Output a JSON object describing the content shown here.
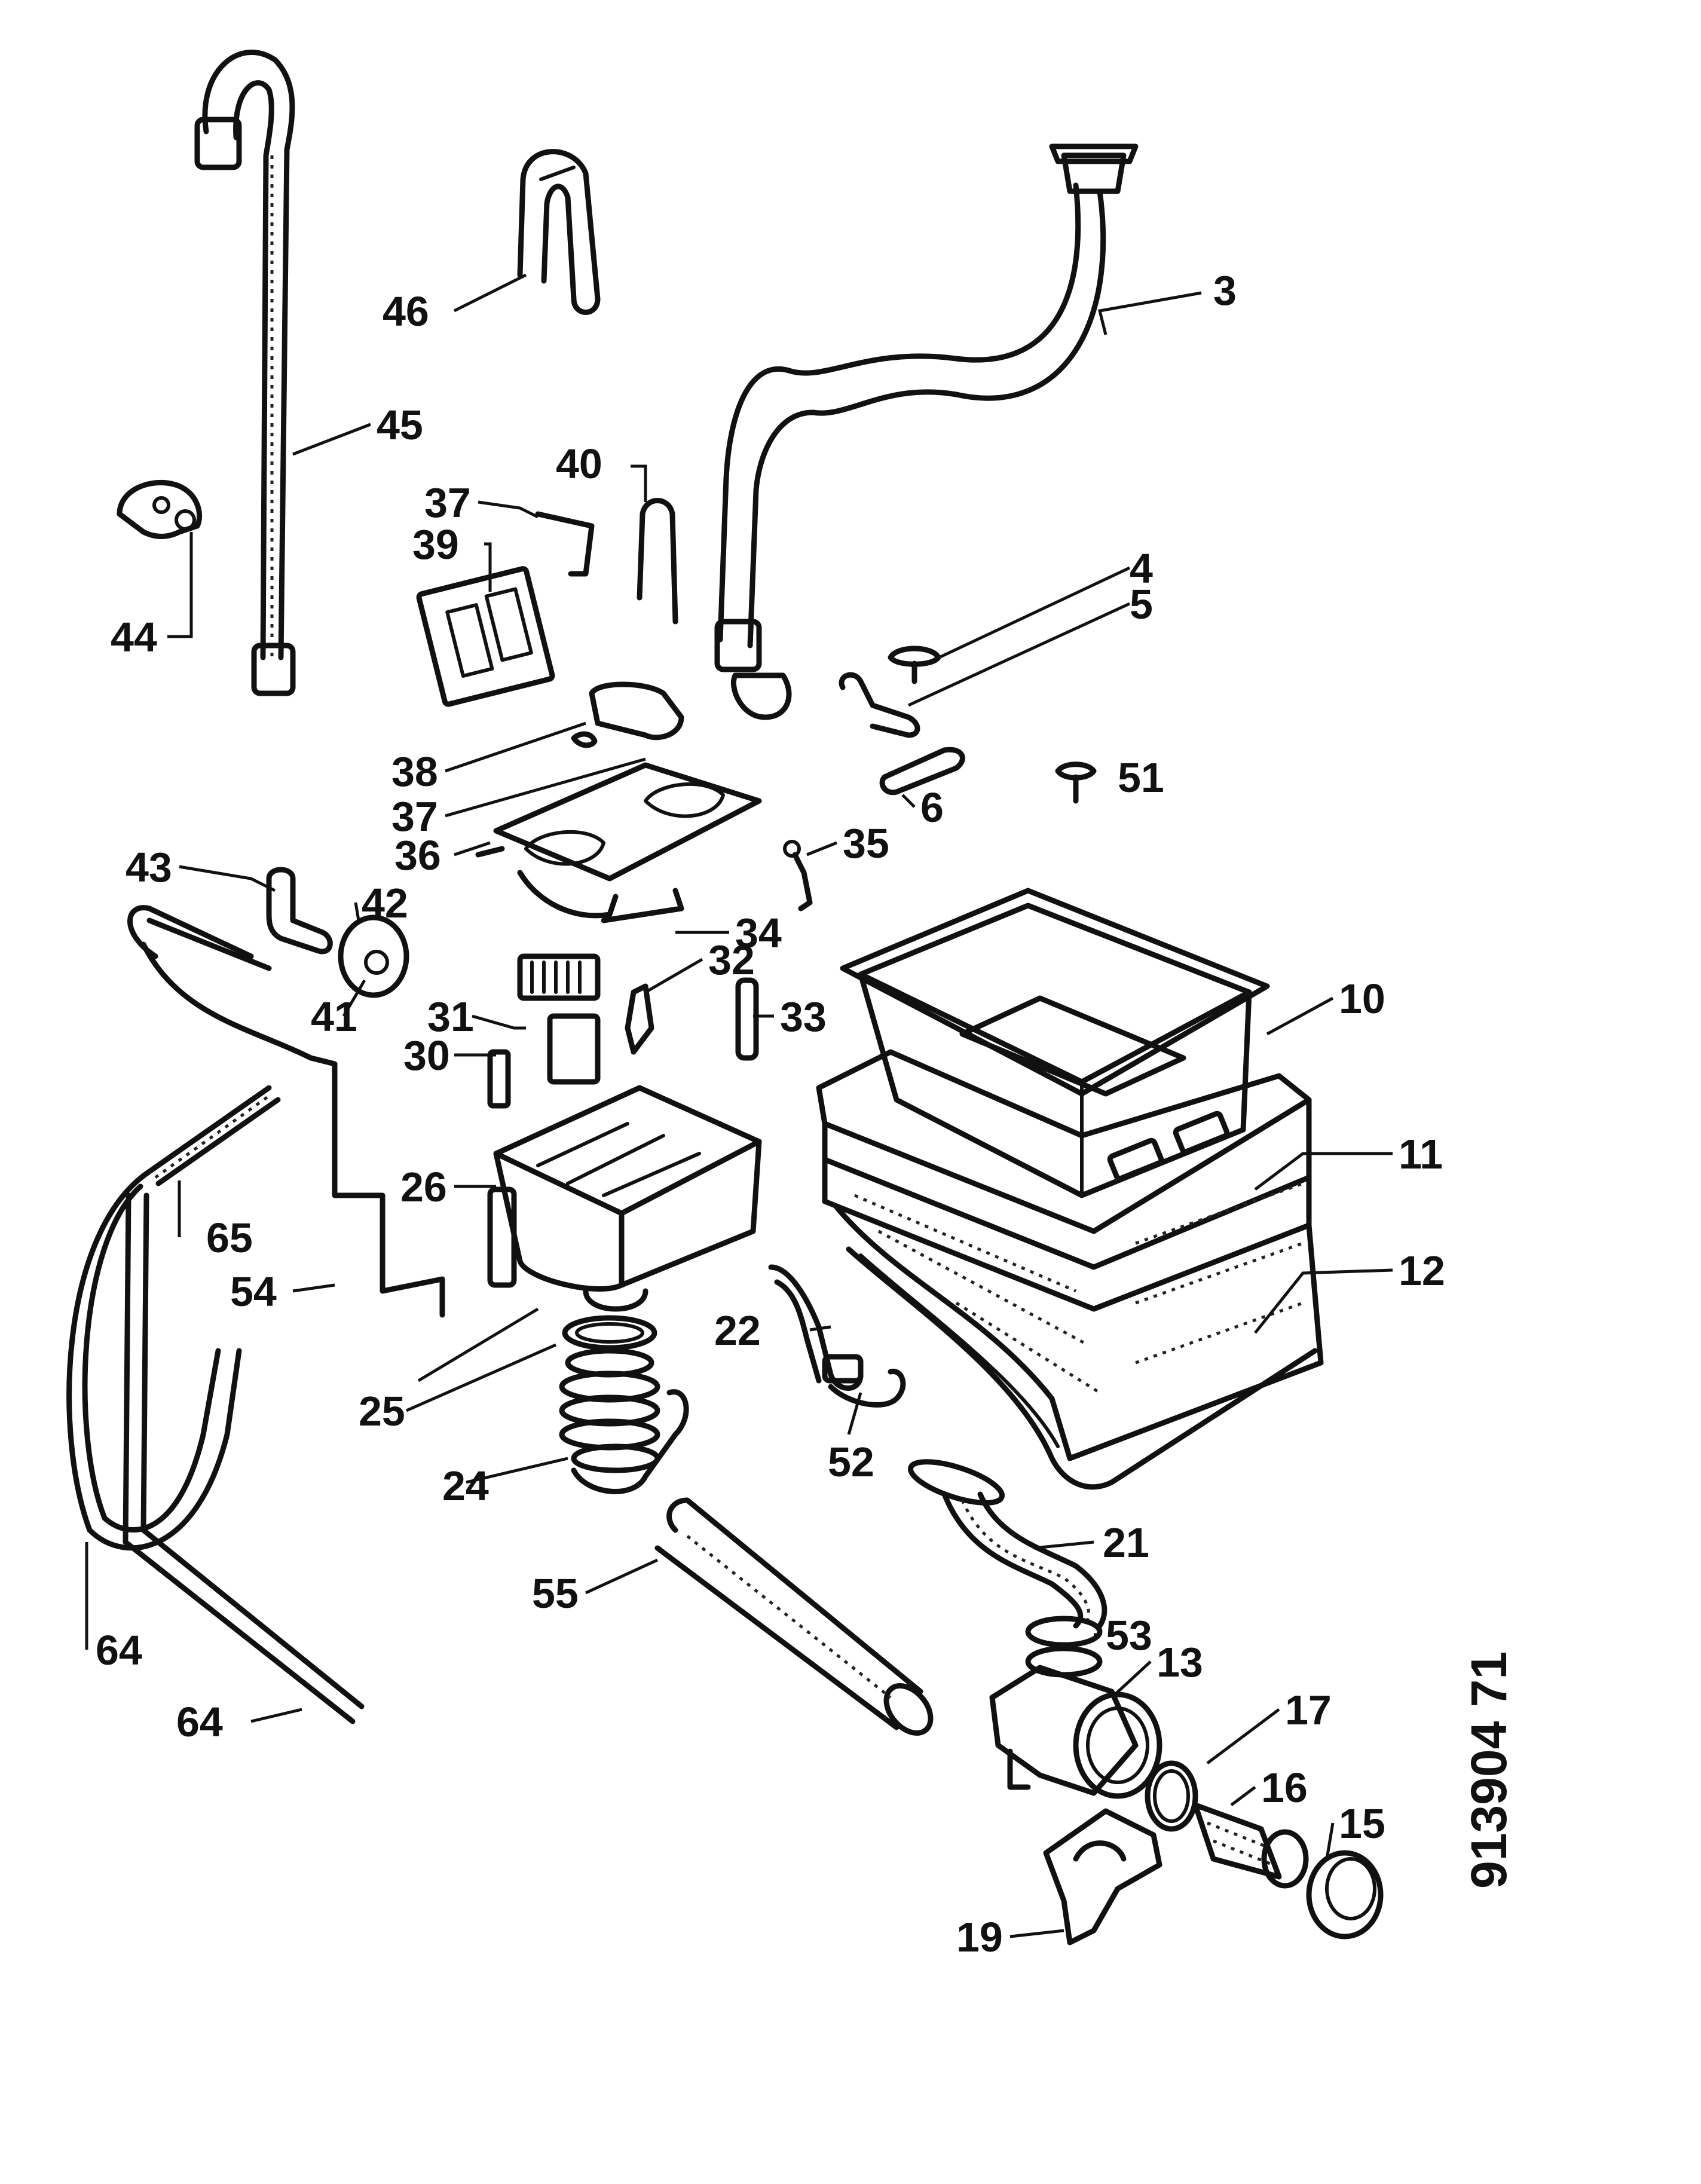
{
  "diagram": {
    "document_code": "913904 71",
    "labels": {
      "l3": "3",
      "l4": "4",
      "l5": "5",
      "l6": "6",
      "l10": "10",
      "l11": "11",
      "l12": "12",
      "l13": "13",
      "l15": "15",
      "l16": "16",
      "l17": "17",
      "l19": "19",
      "l21": "21",
      "l22": "22",
      "l24": "24",
      "l25": "25",
      "l26": "26",
      "l30": "30",
      "l31": "31",
      "l32": "32",
      "l33": "33",
      "l34": "34",
      "l35": "35",
      "l36": "36",
      "l37a": "37",
      "l37b": "37",
      "l38": "38",
      "l39": "39",
      "l40": "40",
      "l41": "41",
      "l42": "42",
      "l43": "43",
      "l44": "44",
      "l45": "45",
      "l46": "46",
      "l51": "51",
      "l52": "52",
      "l53": "53",
      "l54": "54",
      "l55": "55",
      "l64a": "64",
      "l64b": "64",
      "l65": "65"
    }
  }
}
